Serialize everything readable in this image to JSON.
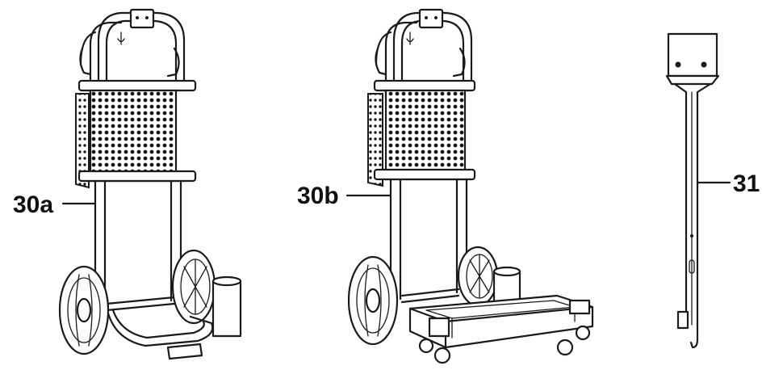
{
  "callouts": {
    "trolley_a": "30a",
    "trolley_b": "30b",
    "bracket": "31"
  },
  "colors": {
    "line": "#1a1a1a",
    "background": "#ffffff"
  }
}
